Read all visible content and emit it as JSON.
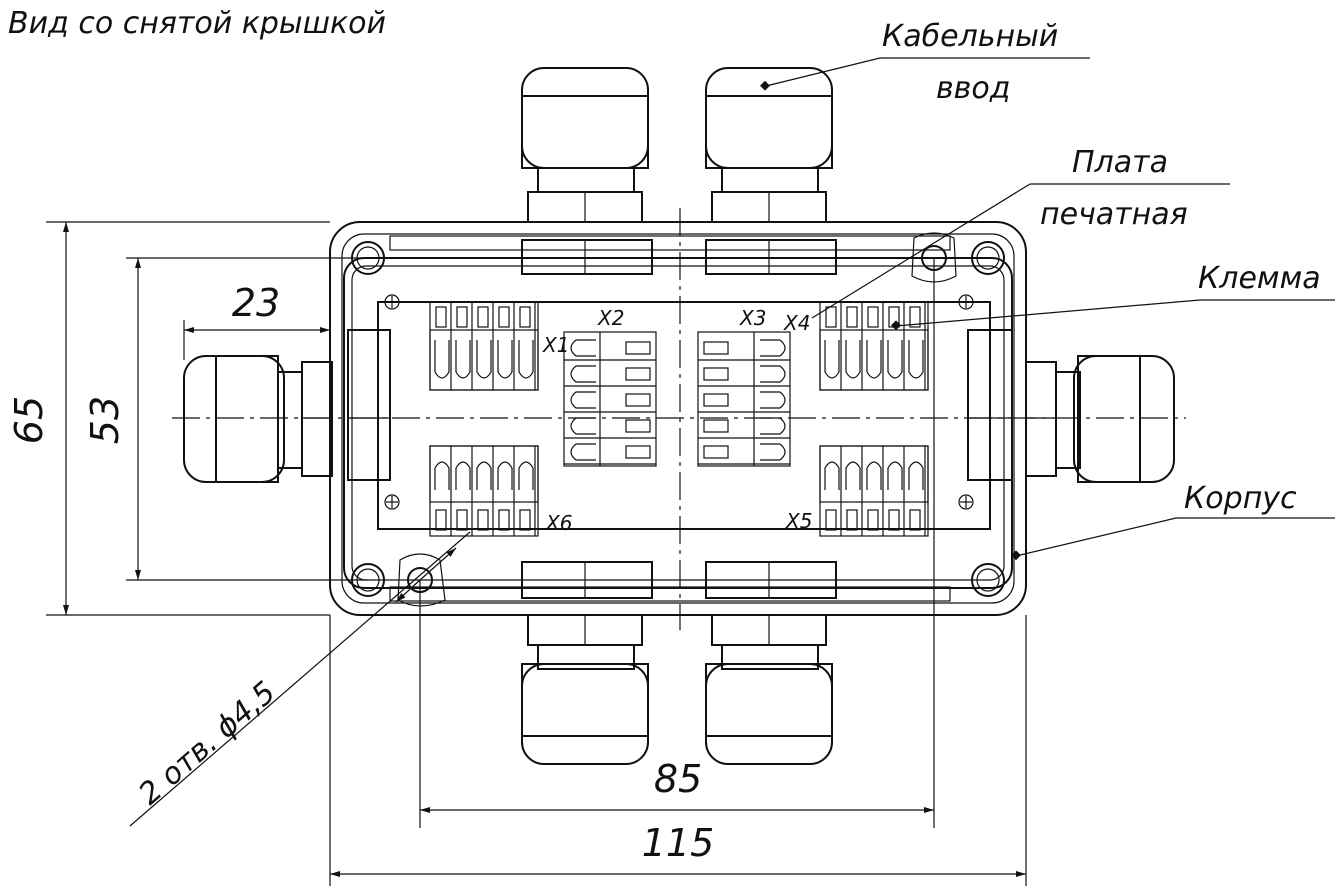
{
  "title": "Вид со снятой крышкой",
  "callouts": {
    "cable_entry_1": "Кабельный",
    "cable_entry_2": "ввод",
    "pcb_1": "Плата",
    "pcb_2": "печатная",
    "terminal": "Клемма",
    "housing": "Корпус"
  },
  "dimensions": {
    "height_outer": "65",
    "height_holes": "53",
    "gland_offset": "23",
    "holes_span": "85",
    "width_outer": "115",
    "holes_note": "2 отв. ϕ4,5"
  },
  "connectors": [
    "X1",
    "X2",
    "X3",
    "X4",
    "X5",
    "X6"
  ]
}
